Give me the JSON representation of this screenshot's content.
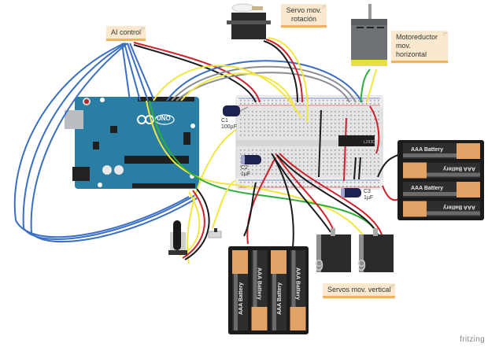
{
  "diagram": {
    "type": "breadboard-circuit",
    "tool_brand": "fritzing"
  },
  "notes": [
    {
      "id": "ai-control",
      "text": "AI control"
    },
    {
      "id": "servo-rotation",
      "text": "Servo mov. rotación"
    },
    {
      "id": "gearmotor",
      "text": "Motoreductor mov. horizontal"
    },
    {
      "id": "servos-vertical",
      "text": "Servos mov. vertical"
    }
  ],
  "components": {
    "arduino": {
      "board": "UNO",
      "logo_text": "ARDUINO"
    },
    "capacitors": [
      {
        "ref": "C1",
        "value": "100µF"
      },
      {
        "ref": "C2",
        "value": "1µF"
      },
      {
        "ref": "C3",
        "value": "1µF"
      }
    ],
    "ic_label": "L293D",
    "battery_label": "AAA Battery",
    "battery_packs": [
      {
        "id": "right-pack",
        "cells": 4,
        "orientation": "horizontal"
      },
      {
        "id": "bottom-pack",
        "cells": 4,
        "orientation": "vertical"
      }
    ],
    "servos": [
      {
        "id": "servo-top"
      },
      {
        "id": "servo-vert-1"
      },
      {
        "id": "servo-vert-2"
      }
    ]
  },
  "colors": {
    "wire_blue": "#3b6fc4",
    "wire_red": "#d0202a",
    "wire_black": "#1a1a1a",
    "wire_yellow": "#f2e641",
    "wire_green": "#2fae3b",
    "wire_gray": "#8a8f96",
    "arduino_teal": "#2a7ea3",
    "note_bg": "#fbe9cf",
    "note_border": "#f0b35a",
    "breadboard": "#e6e6e6"
  }
}
